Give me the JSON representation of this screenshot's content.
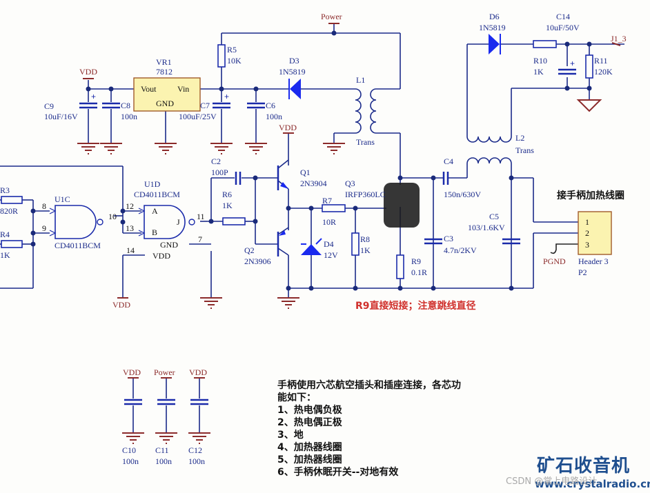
{
  "colors": {
    "wire": "#1a2a8a",
    "power_net": "#8b2a2a",
    "ic_fill": "#fbf3b0",
    "ic_border": "#a05a2a",
    "warning": "#d0302c",
    "logo": "#1f4f8f"
  },
  "nets": {
    "vdd": "VDD",
    "power": "Power",
    "gnd": "GND",
    "pgnd": "PGND",
    "j1_3": "J1_3"
  },
  "components": {
    "vr1": {
      "ref": "VR1",
      "value": "7812",
      "pin_vout": "Vout",
      "pin_vin": "Vin",
      "pin_gnd": "GND"
    },
    "c9": {
      "ref": "C9",
      "value": "10uF/16V"
    },
    "c8": {
      "ref": "C8",
      "value": "100n"
    },
    "c7": {
      "ref": "C7",
      "value": "100uF/25V"
    },
    "c6": {
      "ref": "C6",
      "value": "100n"
    },
    "r5": {
      "ref": "R5",
      "value": "10K"
    },
    "d3": {
      "ref": "D3",
      "value": "1N5819"
    },
    "l1": {
      "ref": "L1",
      "value": "Trans"
    },
    "d6": {
      "ref": "D6",
      "value": "1N5819"
    },
    "c14": {
      "ref": "C14",
      "value": "10uF/50V"
    },
    "r10": {
      "ref": "R10",
      "value": "1K"
    },
    "r11": {
      "ref": "R11",
      "value": "120K"
    },
    "l2": {
      "ref": "L2",
      "value": "Trans"
    },
    "r3": {
      "ref": "R3",
      "value": "820R"
    },
    "r4": {
      "ref": "R4",
      "value": "1K"
    },
    "u1c": {
      "ref": "U1C",
      "value": "CD4011BCM",
      "pin_in1": "8",
      "pin_in2": "9",
      "pin_out": "10"
    },
    "u1d": {
      "ref": "U1D",
      "value": "CD4011BCM",
      "pin_a": "A",
      "pin_b": "B",
      "pin_j": "J",
      "pin_in1": "12",
      "pin_in2": "13",
      "pin_out": "11",
      "pin_gnd_label": "GND",
      "pin_gnd": "7",
      "pin_vdd": "14",
      "pin_vdd_label": "VDD"
    },
    "c2": {
      "ref": "C2",
      "value": "100P"
    },
    "r6": {
      "ref": "R6",
      "value": "1K"
    },
    "q1": {
      "ref": "Q1",
      "value": "2N3904"
    },
    "q2": {
      "ref": "Q2",
      "value": "2N3906"
    },
    "r7": {
      "ref": "R7",
      "value": "10R"
    },
    "d4": {
      "ref": "D4",
      "value": "12V"
    },
    "r8": {
      "ref": "R8",
      "value": "1K"
    },
    "q3": {
      "ref": "Q3",
      "value": "IRFP360LC"
    },
    "r9": {
      "ref": "R9",
      "value": "0.1R"
    },
    "c4": {
      "ref": "C4",
      "value": "150n/630V"
    },
    "c3": {
      "ref": "C3",
      "value": "4.7n/2KV"
    },
    "c5": {
      "ref": "C5",
      "value": "103/1.6KV"
    },
    "p2": {
      "ref": "P2",
      "value": "Header 3",
      "pins": [
        "1",
        "2",
        "3"
      ]
    },
    "c10": {
      "ref": "C10",
      "value": "100n",
      "net": "VDD"
    },
    "c11": {
      "ref": "C11",
      "value": "100n",
      "net": "Power"
    },
    "c12": {
      "ref": "C12",
      "value": "100n",
      "net": "VDD"
    }
  },
  "annotations": {
    "coil_label": "接手柄加热线圈",
    "r9_note": "R9直接短接；注意跳线直径",
    "connector_note": [
      "手柄使用六芯航空插头和插座连接，各芯功",
      "能如下：",
      "1、热电偶负极",
      "2、热电偶正极",
      "3、地",
      "4、加热器线圈",
      "5、加热器线圈",
      "6、手柄休眠开关--对地有效"
    ]
  },
  "logo": {
    "title": "矿石收音机",
    "url": "www.crystalradio.cn"
  },
  "watermark": "CSDN @掌上电路设计"
}
